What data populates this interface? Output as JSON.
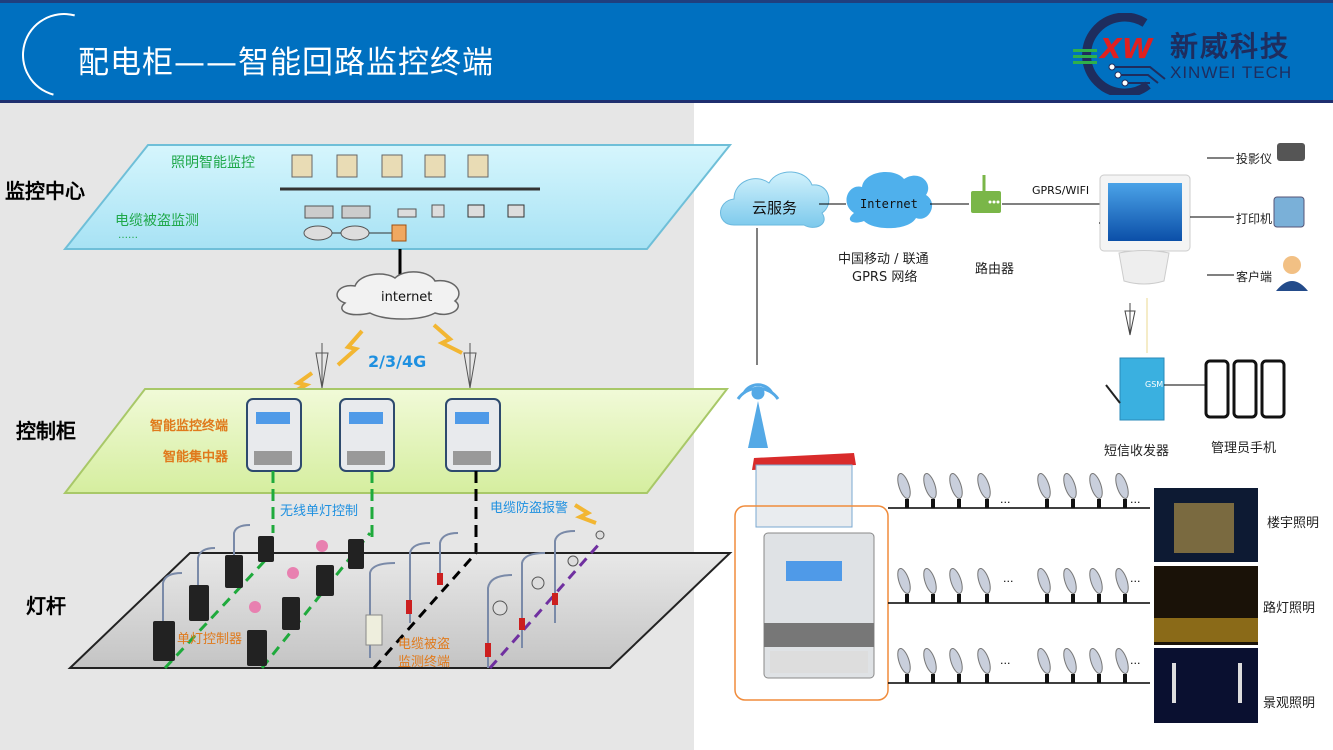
{
  "header": {
    "title": "配电柜——智能回路监控终端",
    "logo_mark": "XW",
    "logo_cn": "新威科技",
    "logo_en": "XINWEI TECH"
  },
  "colors": {
    "header_bg": "#0070c0",
    "monitor_plane": "#bfeefa",
    "cabinet_plane": "#e3f5c0",
    "pole_plane": "#d9d9d9",
    "green_text": "#1fa84a",
    "orange_text": "#e07a1c",
    "blue_text": "#1e90e0",
    "wireless_line": "#1faa3c",
    "cable_line": "#000000",
    "alarm_line": "#7030a0",
    "device_frame": "#f08c3c"
  },
  "left_diagram": {
    "layers": {
      "monitor_center": "监控中心",
      "control_cabinet": "控制柜",
      "light_pole": "灯杆"
    },
    "monitor_plane": {
      "label_lighting": "照明智能监控",
      "label_cable": "电缆被盗监测",
      "label_more": "……"
    },
    "network": {
      "cloud_label": "internet",
      "wireless_label": "2/3/4G"
    },
    "cabinet_plane": {
      "label_terminal": "智能监控终端",
      "label_concentrator": "智能集中器"
    },
    "links": {
      "wireless_single_lamp": "无线单灯控制",
      "cable_alarm": "电缆防盗报警"
    },
    "pole_plane": {
      "single_lamp_controller": "单灯控制器",
      "cable_theft_terminal_line1": "电缆被盗",
      "cable_theft_terminal_line2": "监测终端"
    }
  },
  "right_diagram": {
    "cloud_service": "云服务",
    "internet": "Internet",
    "carrier_line1": "中国移动 / 联通",
    "carrier_line2": "GPRS 网络",
    "router": "路由器",
    "link_gprs_wifi": "GPRS/WIFI",
    "peripherals": [
      {
        "label": "投影仪",
        "icon": "projector-icon"
      },
      {
        "label": "打印机",
        "icon": "printer-icon"
      },
      {
        "label": "客户端",
        "icon": "user-icon"
      }
    ],
    "sms_transceiver": "短信收发器",
    "gsm_label": "GSM",
    "admin_phones": "管理员手机",
    "ellipsis": "···",
    "lighting_types": [
      {
        "label": "楼宇照明"
      },
      {
        "label": "路灯照明"
      },
      {
        "label": "景观照明"
      }
    ]
  }
}
